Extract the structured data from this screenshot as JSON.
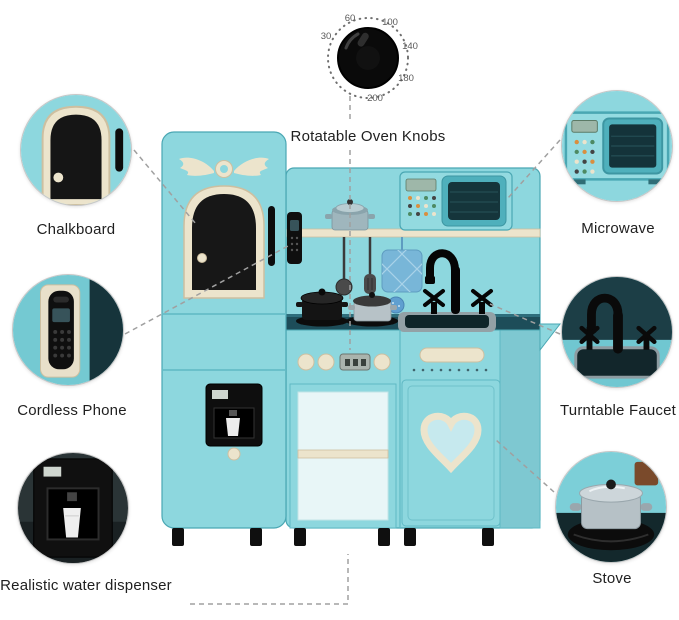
{
  "page": {
    "background": "#ffffff"
  },
  "knob_callout": {
    "label": "Rotatable Oven Knobs",
    "ticks": [
      "30",
      "60",
      "100",
      "140",
      "180",
      "200"
    ]
  },
  "callouts": {
    "chalkboard": {
      "label": "Chalkboard"
    },
    "cordless_phone": {
      "label": "Cordless Phone"
    },
    "water_dispenser": {
      "label": "Realistic water dispenser"
    },
    "microwave": {
      "label": "Microwave"
    },
    "turntable_faucet": {
      "label": "Turntable Faucet"
    },
    "stove": {
      "label": "Stove"
    }
  },
  "colors": {
    "kitchen_teal": "#8dd7de",
    "kitchen_teal_dark": "#5fb9c4",
    "kitchen_outline": "#4aa7b3",
    "counter": "#1d4d59",
    "cream": "#ece4cc",
    "black": "#121212",
    "leader_line": "#a0a0a0",
    "label_text": "#1f1f1f"
  }
}
